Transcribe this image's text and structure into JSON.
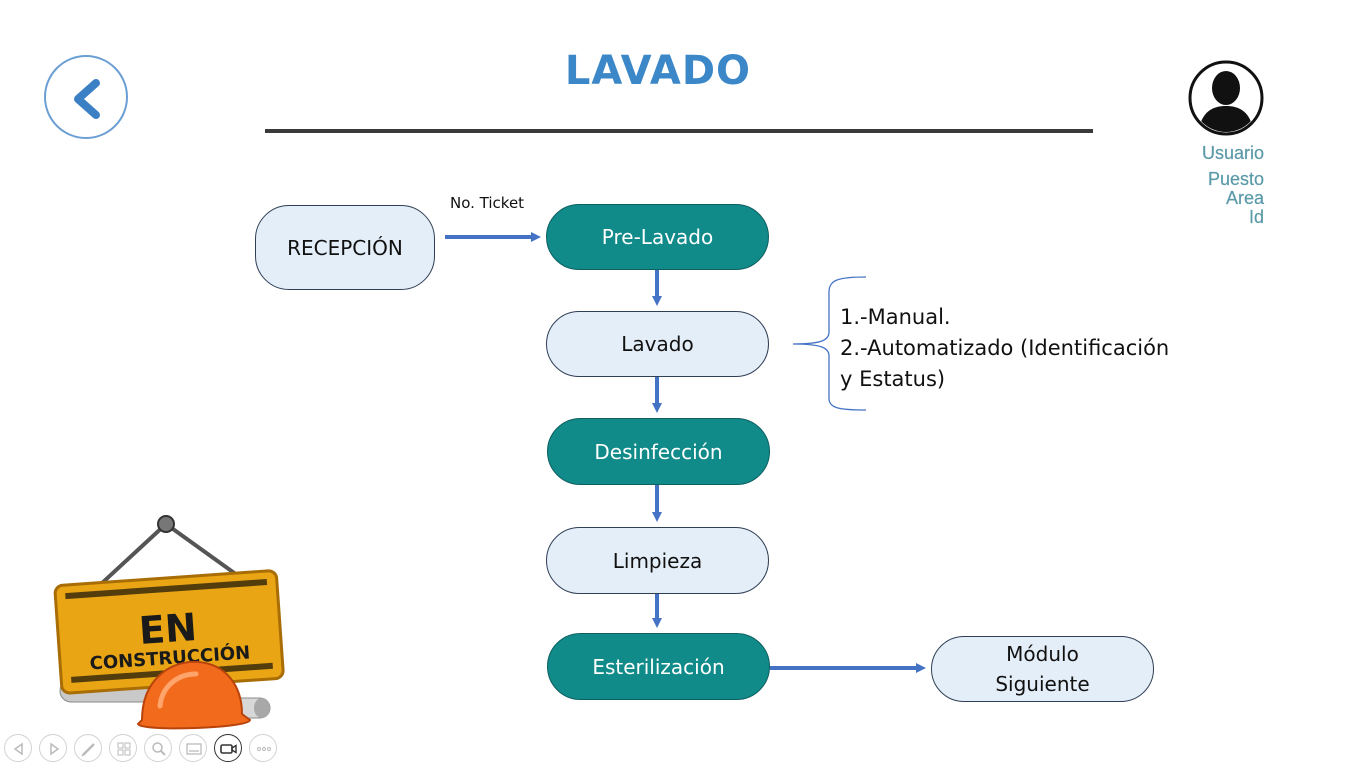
{
  "header": {
    "title": "LAVADO"
  },
  "user_panel": {
    "user": "Usuario",
    "position": "Puesto",
    "area": "Area",
    "id": "Id"
  },
  "flow": {
    "reception": "RECEPCIÓN",
    "ticket_label": "No. Ticket",
    "pre_wash": "Pre-Lavado",
    "wash": "Lavado",
    "disinfection": "Desinfección",
    "cleaning": "Limpieza",
    "sterilization": "Esterilización",
    "next_module_line1": "Módulo",
    "next_module_line2": "Siguiente"
  },
  "wash_note": {
    "line1": "1.-Manual.",
    "line2": "2.-Automatizado (Identificación",
    "line3": "y Estatus)"
  },
  "construction_sign": {
    "line1": "EN",
    "line2": "CONSTRUCCIÓN"
  },
  "colors": {
    "accent_blue": "#3b87c7",
    "teal": "#118a8a",
    "light_node": "#e4eef8",
    "arrow": "#4472c4"
  },
  "toolbar": {
    "icons": [
      "prev-slide-icon",
      "next-slide-icon",
      "pen-icon",
      "slides-grid-icon",
      "zoom-icon",
      "subtitles-icon",
      "camera-icon",
      "more-icon"
    ]
  }
}
